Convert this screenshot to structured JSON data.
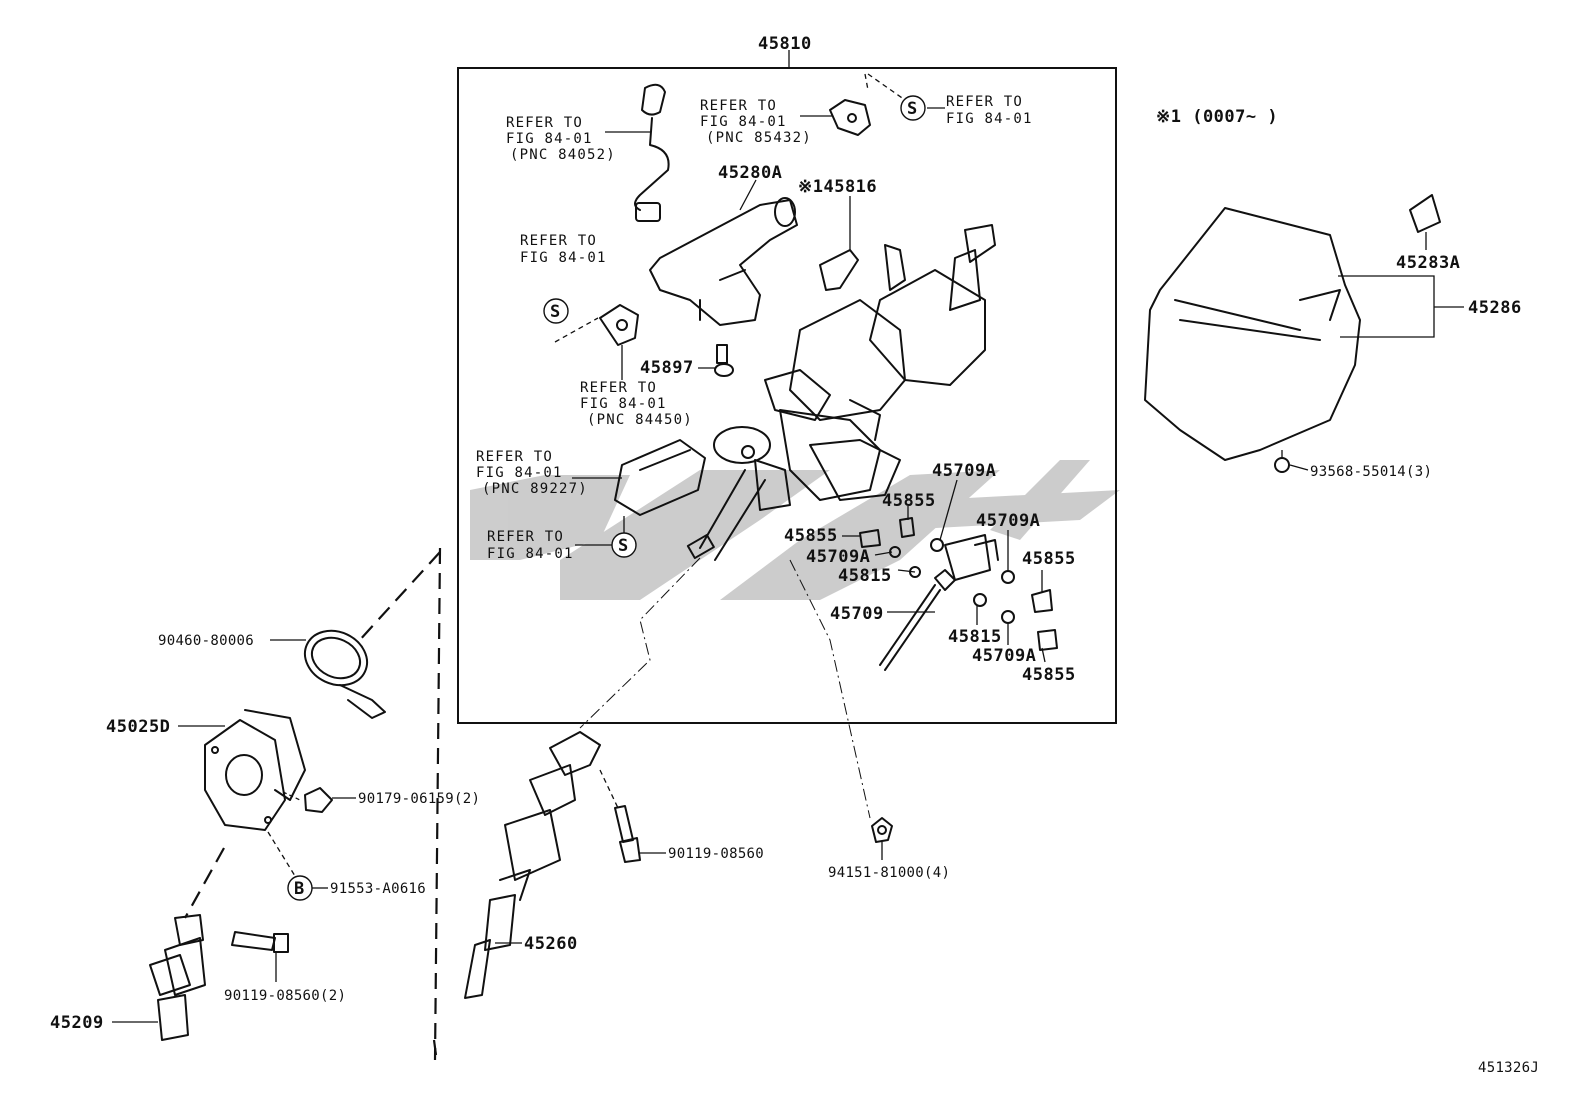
{
  "assembly_label": "45810",
  "note": "※1 (0007~        )",
  "figure_code": "451326J",
  "watermark_color": "#c4c4c4",
  "ref_symbol_s": "S",
  "ref_symbol_b": "B",
  "refer_notes": {
    "r1": [
      "REFER TO",
      "FIG 84-01",
      "(PNC 84052)"
    ],
    "r2": [
      "REFER TO",
      "FIG 84-01",
      "(PNC 85432)"
    ],
    "r3": [
      "REFER TO",
      "FIG 84-01"
    ],
    "r4": [
      "REFER TO",
      "FIG 84-01"
    ],
    "r5": [
      "REFER TO",
      "FIG 84-01",
      "(PNC 84450)"
    ],
    "r6": [
      "REFER TO",
      "FIG 84-01",
      "(PNC 89227)"
    ],
    "r7": [
      "REFER TO",
      "FIG 84-01"
    ]
  },
  "labels": {
    "p45280A": "45280A",
    "p45816": "※145816",
    "p45897": "45897",
    "p45709A_1": "45709A",
    "p45855_1": "45855",
    "p45709A_2": "45709A",
    "p45855_2": "45855",
    "p45709A_3": "45709A",
    "p45855_3": "45855",
    "p45815_1": "45815",
    "p45709": "45709",
    "p45815_2": "45815",
    "p45709A_4": "45709A",
    "p45855_4": "45855",
    "p45283A": "45283A",
    "p45286": "45286",
    "p93568": "93568-55014(3)",
    "p90460": "90460-80006",
    "p45025D": "45025D",
    "p90179": "90179-06159(2)",
    "p91553": "91553-A0616",
    "p90119_a": "90119-08560",
    "p94151": "94151-81000(4)",
    "p45260": "45260",
    "p90119_b": "90119-08560(2)",
    "p45209": "45209"
  }
}
